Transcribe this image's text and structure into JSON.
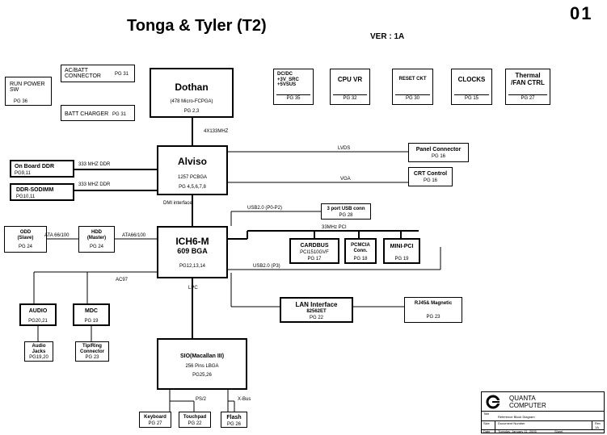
{
  "header": {
    "title": "Tonga & Tyler (T2)",
    "version": "VER : 1A",
    "sheet": "01"
  },
  "blocks": {
    "run_power": {
      "name": "RUN POWER\nSW",
      "page": "PG 36"
    },
    "acbatt": {
      "name": "AC/BATT\nCONNECTOR",
      "page": "PG 31"
    },
    "batt_charger": {
      "name": "BATT CHARGER",
      "page": "PG 31"
    },
    "dothan": {
      "name": "Dothan",
      "detail": "(478 Micro-FCPGA)",
      "page": "PG 2,3"
    },
    "dcdc": {
      "name": "DC/DC\n+3V_SRC\n+5VSUS",
      "page": "PG 35"
    },
    "cpu_vr": {
      "name": "CPU VR",
      "page": "PG 32"
    },
    "reset": {
      "name": "RESET CKT",
      "page": "PG 30"
    },
    "clocks": {
      "name": "CLOCKS",
      "page": "PG 15"
    },
    "thermal": {
      "name": "Thermal\n/FAN CTRL",
      "page": "PG 27"
    },
    "onboard_ddr": {
      "name": "On Board DDR",
      "page": "PG9,11"
    },
    "ddr_sodimm": {
      "name": "DDR-SODIMM",
      "page": "PG10,11"
    },
    "alviso": {
      "name": "Alviso",
      "detail": "1257 PCBGA",
      "page": "PG 4,5,6,7,8"
    },
    "panel": {
      "name": "Panel Connector",
      "page": "PG 16"
    },
    "crt": {
      "name": "CRT Control",
      "page": "PG 16"
    },
    "odd": {
      "name": "ODD\n(Slave)",
      "page": "PG 24"
    },
    "hdd": {
      "name": "HDD\n(Master)",
      "page": "PG 24"
    },
    "ich6": {
      "name": "ICH6-M",
      "detail": "609 BGA",
      "page": "PG12,13,14"
    },
    "usb3": {
      "name": "3 port USB conn",
      "page": "PG 28"
    },
    "cardbus": {
      "name": "CARDBUS",
      "detail": "PCI1510GVF",
      "page": "PG 17"
    },
    "pcmcia": {
      "name": "PCMCIA\nConn.",
      "page": "PG 18"
    },
    "minipci": {
      "name": "MINI-PCI",
      "page": "PG 19"
    },
    "audio": {
      "name": "AUDIO",
      "page": "PG20,21"
    },
    "mdc": {
      "name": "MDC",
      "page": "PG 19"
    },
    "audio_jacks": {
      "name": "Audio\nJacks",
      "page": "PG19,20"
    },
    "tipring": {
      "name": "Tip/Ring\nConnector",
      "page": "PG 23"
    },
    "lan": {
      "name": "LAN Interface",
      "detail": "82562ET",
      "page": "PG 22"
    },
    "rj45": {
      "name": "RJ45& Magnetic",
      "page": "PG 23"
    },
    "sio": {
      "name": "SIO(Macallan III)",
      "detail": "256 Pins LBGA",
      "page": "PG25,26"
    },
    "keyboard": {
      "name": "Keyboard",
      "page": "PG 27"
    },
    "touchpad": {
      "name": "Touchpad",
      "page": "PG 22"
    },
    "flash": {
      "name": "Flash",
      "page": "PG 26"
    }
  },
  "signals": {
    "fsb": "4X133MHZ",
    "ddr1": "333 MHZ DDR",
    "ddr2": "333 MHZ DDR",
    "lvds": "LVDS",
    "vga": "VGA",
    "dmi": "DMI interface",
    "ata1": "ATA 66/100",
    "ata2": "ATA66/100",
    "usb_top": "USB2.0 (P0-P2)",
    "pci": "33MHz PCI",
    "usb_p3": "USB2.0 (P3)",
    "ac97": "AC97",
    "lpc": "LPC",
    "ps2": "PS/2",
    "xbus": "X-Bus"
  },
  "title_block": {
    "company_line1": "QUANTA",
    "company_line2": "COMPUTER",
    "row1_label": "Title",
    "row1_value": "Reference Block Diagram",
    "row2_label": "Size",
    "row2_value": "Document Number",
    "row3_label": "Date",
    "row3_value": "Tuesday, January 11, 2005",
    "sheet_label": "Sheet",
    "rev_label": "Rev",
    "rev_value": "1A"
  }
}
